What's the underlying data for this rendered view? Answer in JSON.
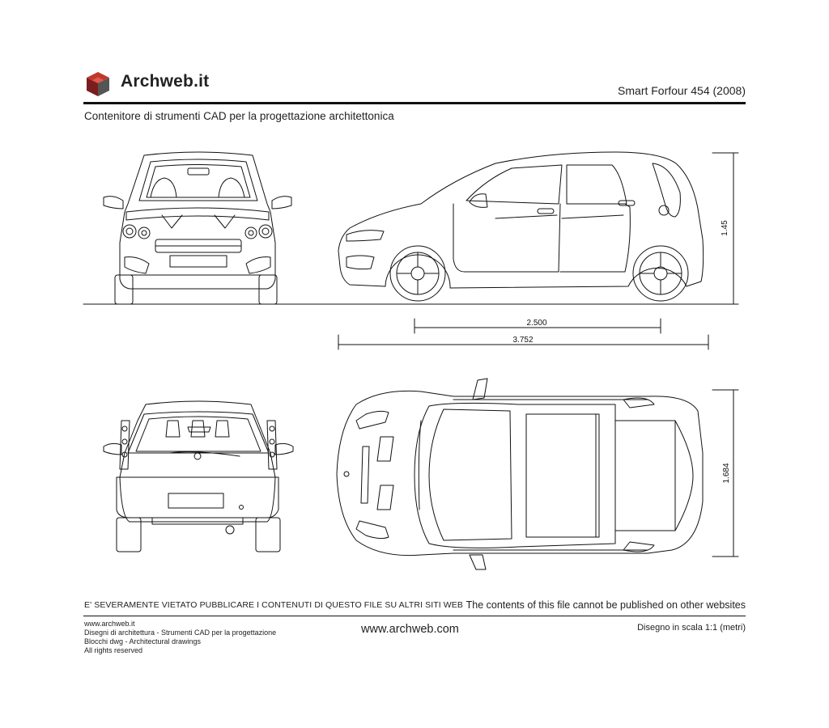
{
  "header": {
    "brand": "Archweb.it",
    "drawing_title": "Smart Forfour 454 (2008)",
    "subtitle": "Contenitore di strumenti CAD per la progettazione architettonica"
  },
  "dimensions": {
    "height": "1.45",
    "wheelbase": "2.500",
    "length": "3.752",
    "width": "1.684"
  },
  "notice": {
    "italian": "E' SEVERAMENTE VIETATO PUBBLICARE I CONTENUTI DI QUESTO FILE SU ALTRI SITI WEB",
    "english": "The contents of this file cannot be published on other websites"
  },
  "footer": {
    "lines": [
      "www.archweb.it",
      "Disegni di architettura - Strumenti CAD  per la progettazione",
      "Blocchi dwg - Architectural drawings",
      "All rights reserved"
    ],
    "url": "www.archweb.com",
    "scale": "Disegno in scala 1:1 (metri)"
  },
  "colors": {
    "ink": "#111111",
    "logo_red": "#b3282d",
    "logo_dark": "#5a5a5a"
  },
  "icons": [
    "archweb-cube-logo-icon"
  ]
}
